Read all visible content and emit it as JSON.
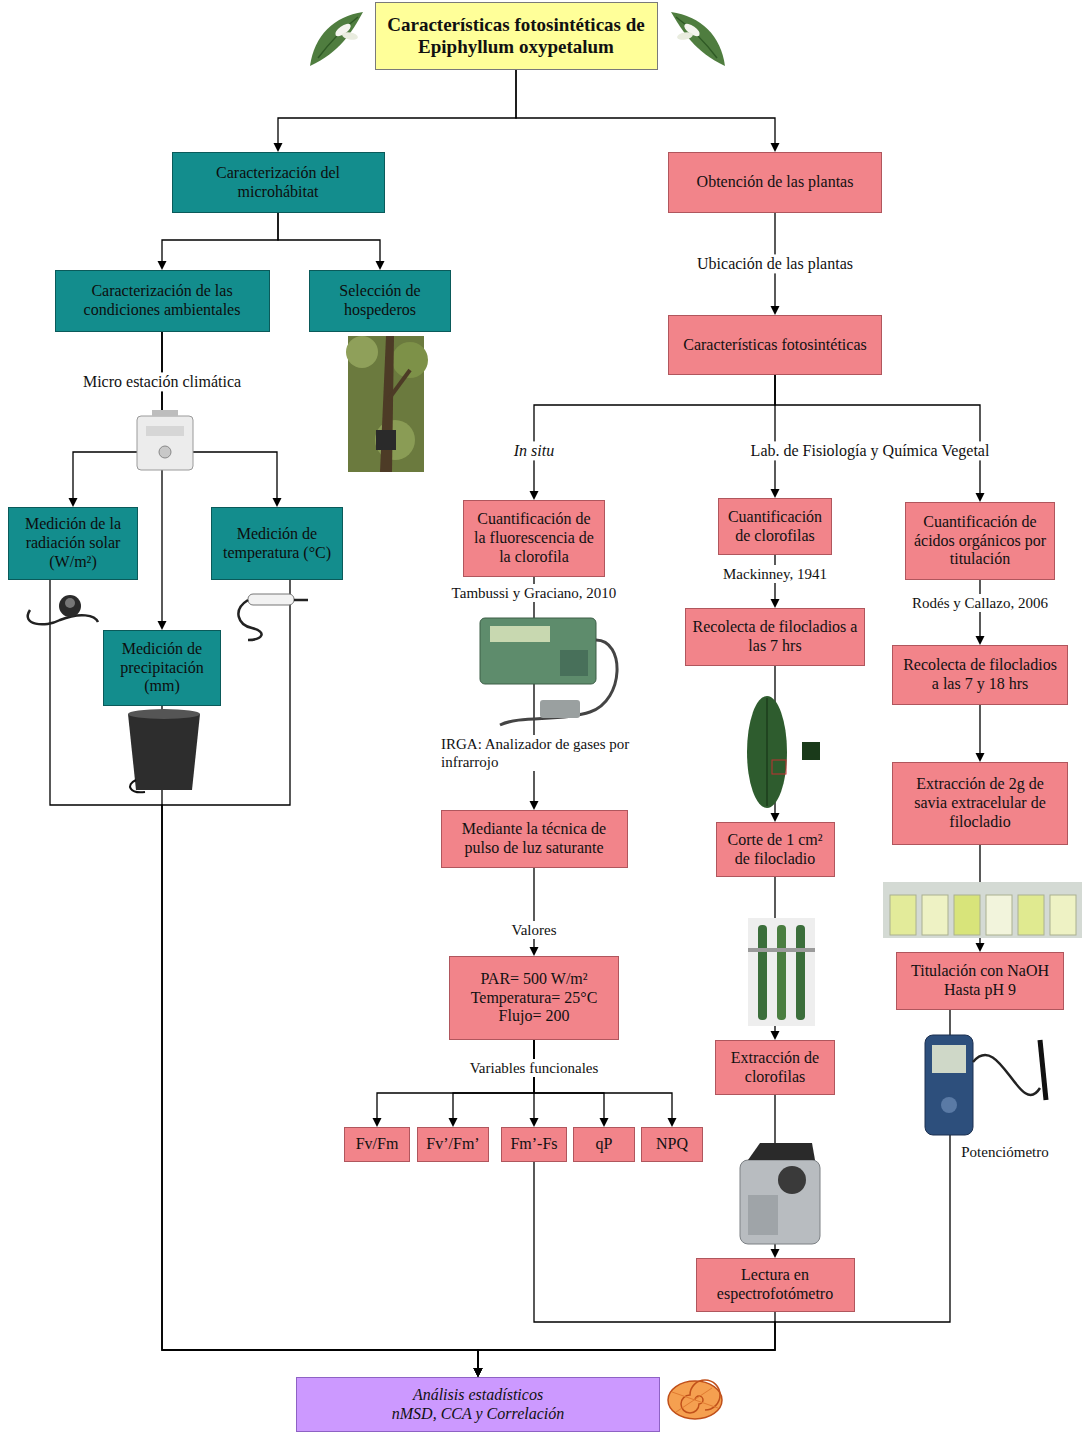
{
  "diagram": {
    "nodes": [
      {
        "text": [
          "Características fotosintéticas de Epiphyllum oxypetalum"
        ]
      },
      {
        "text": [
          "Caracterización del microhábitat"
        ]
      },
      {
        "text": [
          "Obtención de las plantas"
        ]
      },
      {
        "text": [
          "Caracterización de las condiciones ambientales"
        ]
      },
      {
        "text": [
          "Selección de hospederos"
        ]
      },
      {
        "text": [
          "Características fotosintéticas"
        ]
      },
      {
        "text": [
          "Medición de la radiación solar (W/m²)"
        ]
      },
      {
        "text": [
          "Medición de temperatura (°C)"
        ]
      },
      {
        "text": [
          "Medición de precipitación (mm)"
        ]
      },
      {
        "text": [
          "Cuantificación de la fluorescencia de la clorofila"
        ]
      },
      {
        "text": [
          "Cuantificación de clorofilas"
        ]
      },
      {
        "text": [
          "Cuantificación de ácidos orgánicos por titulación"
        ]
      },
      {
        "text": [
          "Recolecta de filocladios a las 7 hrs"
        ]
      },
      {
        "text": [
          "Recolecta de filocladios a las 7 y 18 hrs"
        ]
      },
      {
        "text": [
          "Mediante la técnica de pulso de luz saturante"
        ]
      },
      {
        "text": [
          "Corte de 1 cm² de filocladio"
        ]
      },
      {
        "text": [
          "Extracción de 2g de savia extracelular de filocladio"
        ]
      },
      {
        "text": [
          "PAR= 500 W/m²",
          "Temperatura= 25°C",
          "Flujo= 200"
        ]
      },
      {
        "text": [
          "Extracción de clorofilas"
        ]
      },
      {
        "text": [
          "Titulación con NaOH Hasta pH 9"
        ]
      },
      {
        "text": [
          "Fv/Fm"
        ]
      },
      {
        "text": [
          "Fv’/Fm’"
        ]
      },
      {
        "text": [
          "Fm’-Fs"
        ]
      },
      {
        "text": [
          "qP"
        ]
      },
      {
        "text": [
          "NPQ"
        ]
      },
      {
        "text": [
          "Lectura en espectrofotómetro"
        ]
      },
      {
        "text": [
          "Análisis estadísticos",
          "nMSD, CCA y Correlación"
        ]
      }
    ],
    "edges": [
      {
        "from": 0,
        "to": 1,
        "arrow": "to"
      },
      {
        "from": 0,
        "to": 2,
        "arrow": "to"
      },
      {
        "from": 1,
        "to": 3,
        "arrow": "to"
      },
      {
        "from": 1,
        "to": 4,
        "arrow": "to"
      },
      {
        "from": 2,
        "to": 5,
        "label": "Ubicación de las plantas",
        "arrow": "to"
      },
      {
        "from": 3,
        "to": 6,
        "arrow": "to"
      },
      {
        "from": 3,
        "to": 7,
        "arrow": "to"
      },
      {
        "from": 3,
        "to": 8,
        "label": "Micro estación climática",
        "arrow": "to"
      },
      {
        "from": 5,
        "to": 9,
        "label": "In situ",
        "arrow": "to"
      },
      {
        "from": 5,
        "to": 10,
        "arrow": "to"
      },
      {
        "from": 5,
        "to": 11,
        "arrow": "to"
      },
      {
        "from": 9,
        "to": 14,
        "label": "Tambussi y Graciano, 2010",
        "arrow": "to"
      },
      {
        "from": 10,
        "to": 12,
        "label": "Mackinney, 1941",
        "arrow": "to"
      },
      {
        "from": 11,
        "to": 13,
        "label": "Rodés y Callazo, 2006",
        "arrow": "to"
      },
      {
        "from": 14,
        "to": 17,
        "label": "Valores",
        "arrow": "to"
      },
      {
        "from": 17,
        "to": 20,
        "arrow": "to"
      },
      {
        "from": 17,
        "to": 21,
        "arrow": "to"
      },
      {
        "from": 17,
        "to": 22,
        "label": "Variables funcionales",
        "arrow": "to"
      },
      {
        "from": 17,
        "to": 23,
        "arrow": "to"
      },
      {
        "from": 17,
        "to": 24,
        "arrow": "to"
      },
      {
        "from": 12,
        "to": 15,
        "arrow": "to"
      },
      {
        "from": 15,
        "to": 18,
        "arrow": "to"
      },
      {
        "from": 18,
        "to": 25,
        "arrow": "to"
      },
      {
        "from": 13,
        "to": 16,
        "arrow": "to"
      },
      {
        "from": 16,
        "to": 19,
        "arrow": "to"
      },
      {
        "from": 6,
        "to": 26,
        "arrow": "to"
      },
      {
        "from": 7,
        "to": 26,
        "arrow": "to"
      },
      {
        "from": 8,
        "to": 26,
        "arrow": "to"
      },
      {
        "from": 22,
        "to": 26,
        "arrow": "to"
      },
      {
        "from": 25,
        "to": 26,
        "arrow": "to"
      },
      {
        "from": 19,
        "to": 26,
        "arrow": "to"
      }
    ],
    "labels": [
      "Lab. de Fisiología y Química Vegetal",
      "IRGA: Analizador de gases por infrarrojo",
      "Potenciómetro"
    ]
  }
}
